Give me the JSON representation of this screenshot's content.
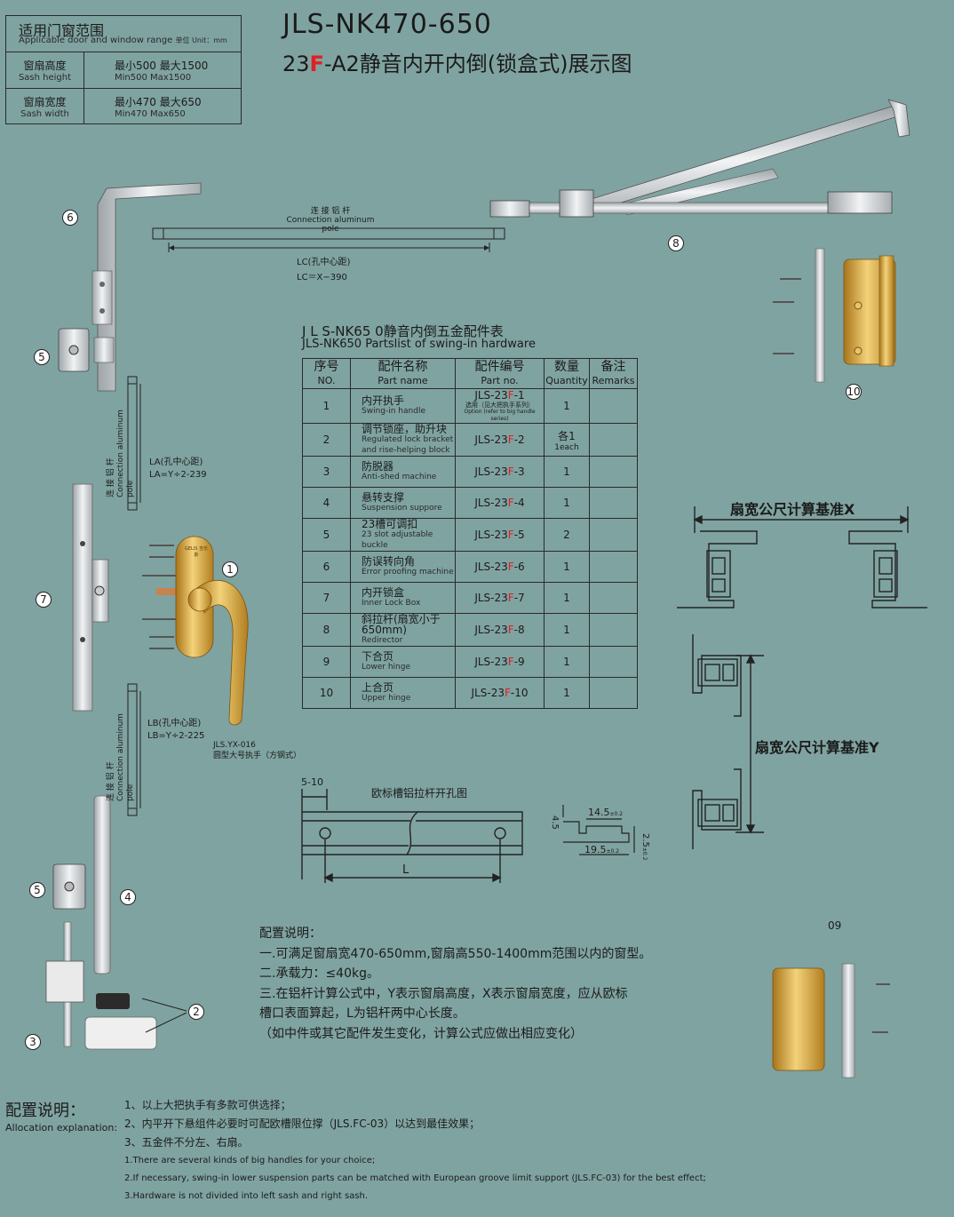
{
  "range_box": {
    "title_zh": "适用门窗范围",
    "title_en": "Applicable door and window range",
    "unit": "单位 Unit：mm",
    "rows": [
      {
        "label_zh": "窗扇高度",
        "label_en": "Sash height",
        "value_zh": "最小500  最大1500",
        "value_en": "Min500  Max1500"
      },
      {
        "label_zh": "窗扇宽度",
        "label_en": "Sash width",
        "value_zh": "最小470  最大650",
        "value_en": "Min470  Max650"
      }
    ]
  },
  "title": {
    "model": "JLS-NK470-650",
    "sub_pre": "23",
    "sub_red": "F",
    "sub_post": "-A2静音内开内倒(锁盒式)展示图"
  },
  "pole_top": {
    "zh": "连 接 铝 杆",
    "en": "Connection aluminum pole",
    "lc1": "LC(孔中心距)",
    "lc2": "LC＝X−390"
  },
  "pole_la": {
    "zh": "连 接 铝 杆",
    "en": "Connection aluminum pole",
    "l1": "LA(孔中心距)",
    "l2": "LA=Y÷2-239"
  },
  "pole_lb": {
    "zh": "连 接 铝 杆",
    "en": "Connection aluminum pole",
    "l1": "LB(孔中心距)",
    "l2": "LB=Y÷2-225"
  },
  "handle_caption": {
    "model": "JLS.YX-016",
    "desc": "圆型大号执手（方钢式）",
    "brand": "GELIS 吉乐斯"
  },
  "table": {
    "title_zh": "J L S-NK65 0静音内倒五金配件表",
    "title_en": "JLS-NK650 Partslist of swing-in hardware",
    "headers": [
      {
        "zh": "序号",
        "en": "NO."
      },
      {
        "zh": "配件名称",
        "en": "Part name"
      },
      {
        "zh": "配件编号",
        "en": "Part no."
      },
      {
        "zh": "数量",
        "en": "Quantity"
      },
      {
        "zh": "备注",
        "en": "Remarks"
      }
    ],
    "rows": [
      {
        "no": "1",
        "zh": "内开执手",
        "en": "Swing-in handle",
        "pn_pre": "JLS-23",
        "pn_red": "F",
        "pn_post": "-1",
        "pn_note1": "选用（见大把执手系列）",
        "pn_note2": "Option (refer to big handle series)",
        "qty": "1",
        "qty2": ""
      },
      {
        "no": "2",
        "zh": "调节锁座，助升块",
        "en": "Regulated lock bracket and rise-helping block",
        "pn_pre": "JLS-23",
        "pn_red": "F",
        "pn_post": "-2",
        "pn_note1": "",
        "pn_note2": "",
        "qty": "各1",
        "qty2": "1each"
      },
      {
        "no": "3",
        "zh": "防脱器",
        "en": "Anti-shed machine",
        "pn_pre": "JLS-23",
        "pn_red": "F",
        "pn_post": "-3",
        "pn_note1": "",
        "pn_note2": "",
        "qty": "1",
        "qty2": ""
      },
      {
        "no": "4",
        "zh": "悬转支撑",
        "en": "Suspension suppore",
        "pn_pre": "JLS-23",
        "pn_red": "F",
        "pn_post": "-4",
        "pn_note1": "",
        "pn_note2": "",
        "qty": "1",
        "qty2": ""
      },
      {
        "no": "5",
        "zh": "23槽可调扣",
        "en": "23 slot adjustable buckle",
        "pn_pre": "JLS-23",
        "pn_red": "F",
        "pn_post": "-5",
        "pn_note1": "",
        "pn_note2": "",
        "qty": "2",
        "qty2": ""
      },
      {
        "no": "6",
        "zh": "防误转向角",
        "en": "Error proofing machine",
        "pn_pre": "JLS-23",
        "pn_red": "F",
        "pn_post": "-6",
        "pn_note1": "",
        "pn_note2": "",
        "qty": "1",
        "qty2": ""
      },
      {
        "no": "7",
        "zh": "内开锁盒",
        "en": "Inner Lock Box",
        "pn_pre": "JLS-23",
        "pn_red": "F",
        "pn_post": "-7",
        "pn_note1": "",
        "pn_note2": "",
        "qty": "1",
        "qty2": ""
      },
      {
        "no": "8",
        "zh": "斜拉杆(扇宽小于650mm)",
        "en": "Redirector",
        "pn_pre": "JLS-23",
        "pn_red": "F",
        "pn_post": "-8",
        "pn_note1": "",
        "pn_note2": "",
        "qty": "1",
        "qty2": ""
      },
      {
        "no": "9",
        "zh": "下合页",
        "en": "Lower hinge",
        "pn_pre": "JLS-23",
        "pn_red": "F",
        "pn_post": "-9",
        "pn_note1": "",
        "pn_note2": "",
        "qty": "1",
        "qty2": ""
      },
      {
        "no": "10",
        "zh": "上合页",
        "en": "Upper hinge",
        "pn_pre": "JLS-23",
        "pn_red": "F",
        "pn_post": "-10",
        "pn_note1": "",
        "pn_note2": "",
        "qty": "1",
        "qty2": ""
      }
    ]
  },
  "profile_x": "扇宽公尺计算基准X",
  "profile_y": "扇宽公尺计算基准Y",
  "slot_drawing": {
    "title": "欧标槽铝拉杆开孔图",
    "dim": "5-10",
    "L": "L"
  },
  "groove_dims": {
    "a": "4.5",
    "b": "14.5",
    "b_tol": "±0.2",
    "c": "19.5",
    "c_tol": "±0.2",
    "d": "2.5",
    "d_tol": "±0.2"
  },
  "config_notes": {
    "title": "配置说明：",
    "lines": [
      "一.可满足窗扇宽470-650mm,窗扇高550-1400mm范围以内的窗型。",
      "二.承载力：≤40kg。",
      "三.在铝杆计算公式中，Y表示窗扇高度，X表示窗扇宽度，应从欧标",
      "槽口表面算起，L为铝杆两中心长度。",
      "（如中件或其它配件发生变化，计算公式应做出相应变化）"
    ]
  },
  "allocation": {
    "title": "配置说明：",
    "subtitle": "Allocation explanation:",
    "zh": [
      "1、以上大把执手有多款可供选择；",
      "2、内平开下悬组件必要时可配欧槽限位撑（JLS.FC-03）以达到最佳效果；",
      "3、五金件不分左、右扇。"
    ],
    "en": [
      "1.There are several kinds of big handles for your choice;",
      "2.If necessary, swing-in lower suspension parts can be matched with European groove limit support (JLS.FC-03) for the best effect;",
      "3.Hardware is not divided into left sash and right sash."
    ]
  },
  "callouts": [
    "6",
    "5",
    "8",
    "10",
    "1",
    "7",
    "5",
    "4",
    "2",
    "3",
    "09"
  ],
  "colors": {
    "background": "#7fa3a1",
    "accent_red": "#e02020",
    "gold": "#d9a62a",
    "silver": "#d6d9dc"
  }
}
